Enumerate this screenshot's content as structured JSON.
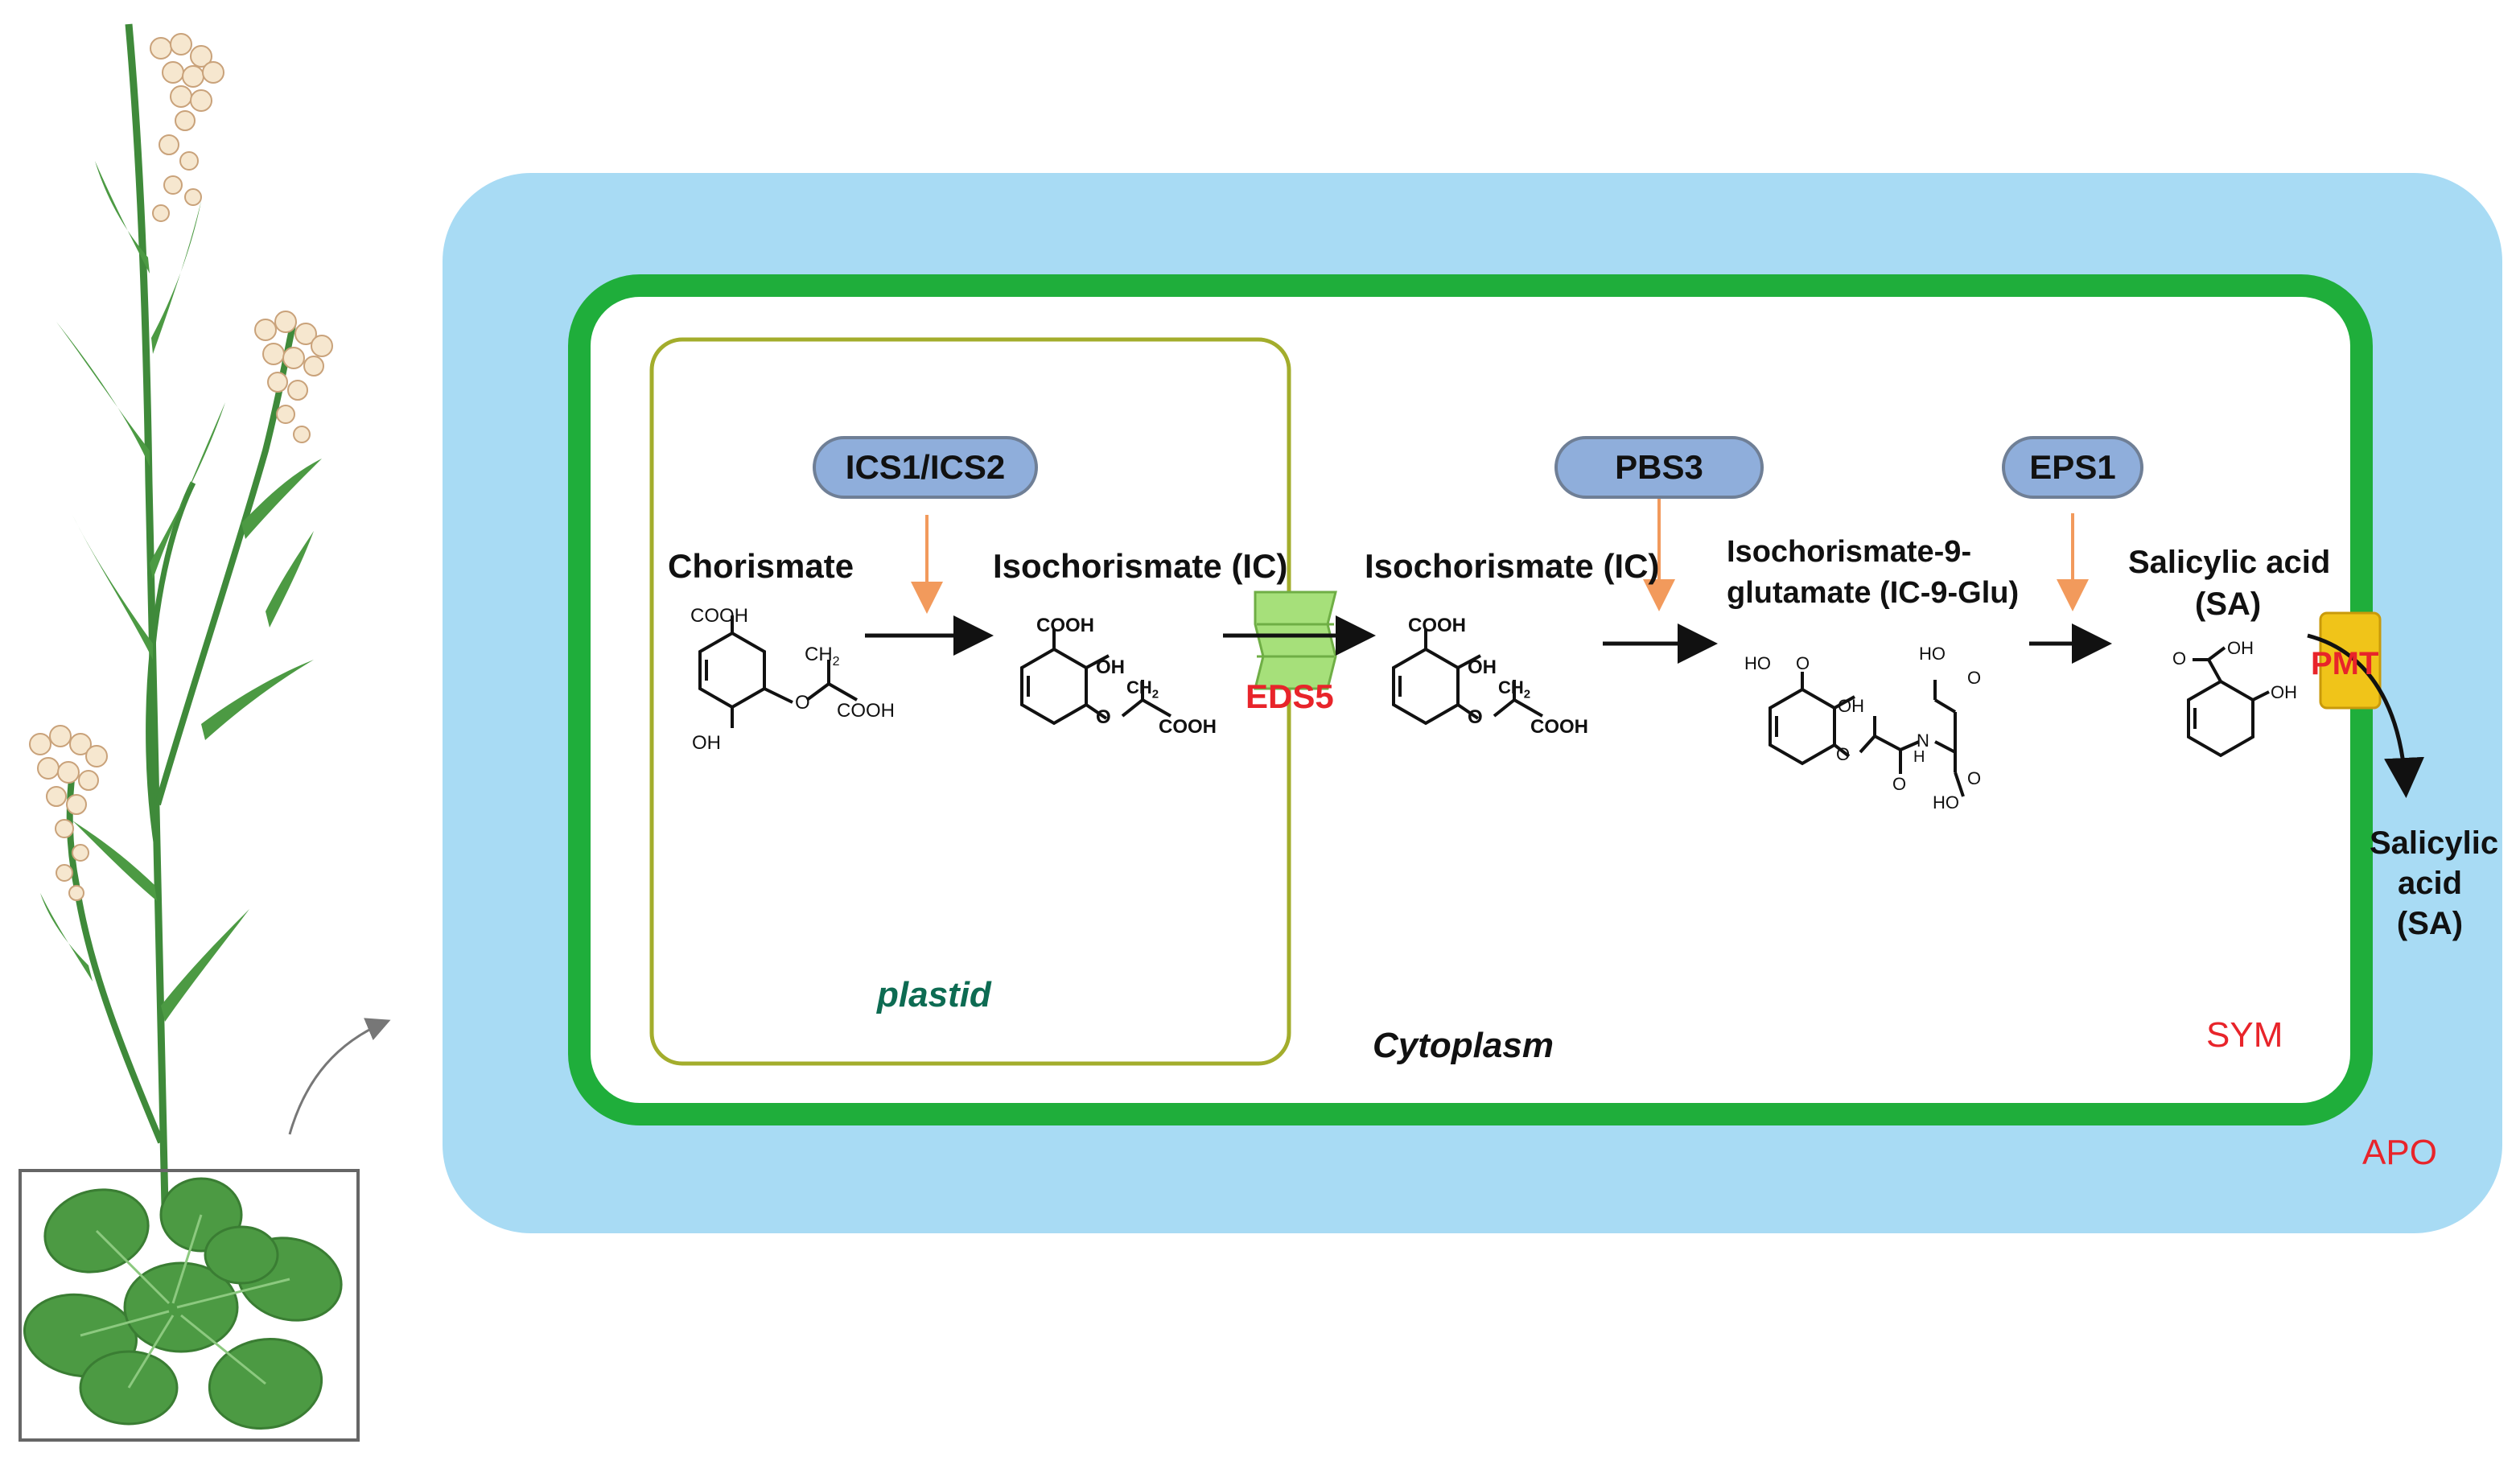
{
  "enzymes": {
    "ics": "ICS1/ICS2",
    "pbs3": "PBS3",
    "eps1": "EPS1"
  },
  "compounds": {
    "chorismate": "Chorismate",
    "isochorismate_plastid": "Isochorismate (IC)",
    "isochorismate_cyto": "Isochorismate (IC)",
    "ic9glu_line1": "Isochorismate-9-",
    "ic9glu_line2": "glutamate (IC-9-Glu)",
    "sa_line1": "Salicylic acid",
    "sa_line2": "(SA)",
    "sa_out_line1": "Salicylic",
    "sa_out_line2": "acid",
    "sa_out_line3": "(SA)"
  },
  "transporters": {
    "eds5": "EDS5",
    "pmt": "PMT"
  },
  "compartments": {
    "plastid": "plastid",
    "cytoplasm": "Cytoplasm",
    "sym": "SYM",
    "apo": "APO"
  },
  "chem_text": {
    "cooh": "COOH",
    "oh": "OH",
    "ch2": "CH",
    "ch2_sub": "2",
    "ho": "HO",
    "o": "O",
    "n": "N",
    "h": "H",
    "ho_o": "HO"
  },
  "colors": {
    "apoplast": "#a8dbf4",
    "cell_wall": "#1fae3b",
    "plastid_border": "#a3ad2c",
    "plastid_label": "#0d6b52",
    "enzyme_fill": "#8faedb",
    "enzyme_arrow": "#f29a5c",
    "red_label": "#e8242a",
    "eds5": "#a6e07a",
    "pmt": "#f0c419",
    "stem": "#3f8a3a",
    "leaf": "#4c9a43",
    "flower": "#f6e7cf"
  }
}
